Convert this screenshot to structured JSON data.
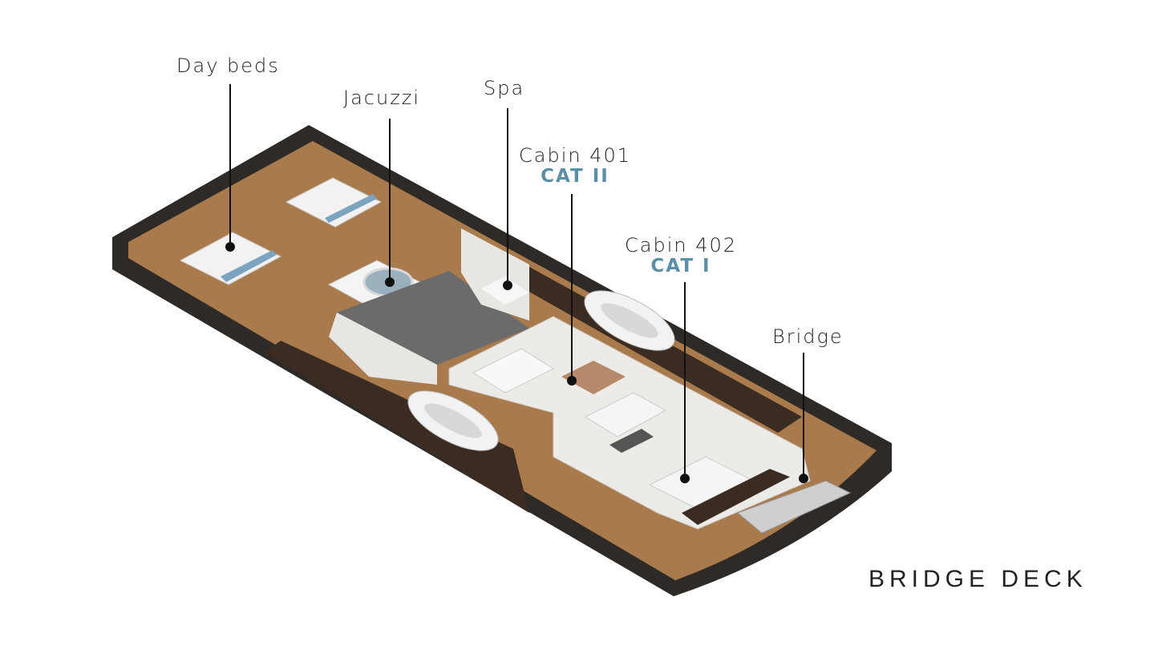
{
  "labels": {
    "day_beds": "Day beds",
    "jacuzzi": "Jacuzzi",
    "spa": "Spa",
    "cabin_401": {
      "name": "Cabin 401",
      "category": "CAT II"
    },
    "cabin_402": {
      "name": "Cabin 402",
      "category": "CAT I"
    },
    "bridge": "Bridge"
  },
  "deck_title": "BRIDGE DECK",
  "colors": {
    "category_accent": "#5b8fa8",
    "hull": "#2e2a27",
    "wood": "#a87a4c",
    "roof": "#6b6b6b"
  }
}
